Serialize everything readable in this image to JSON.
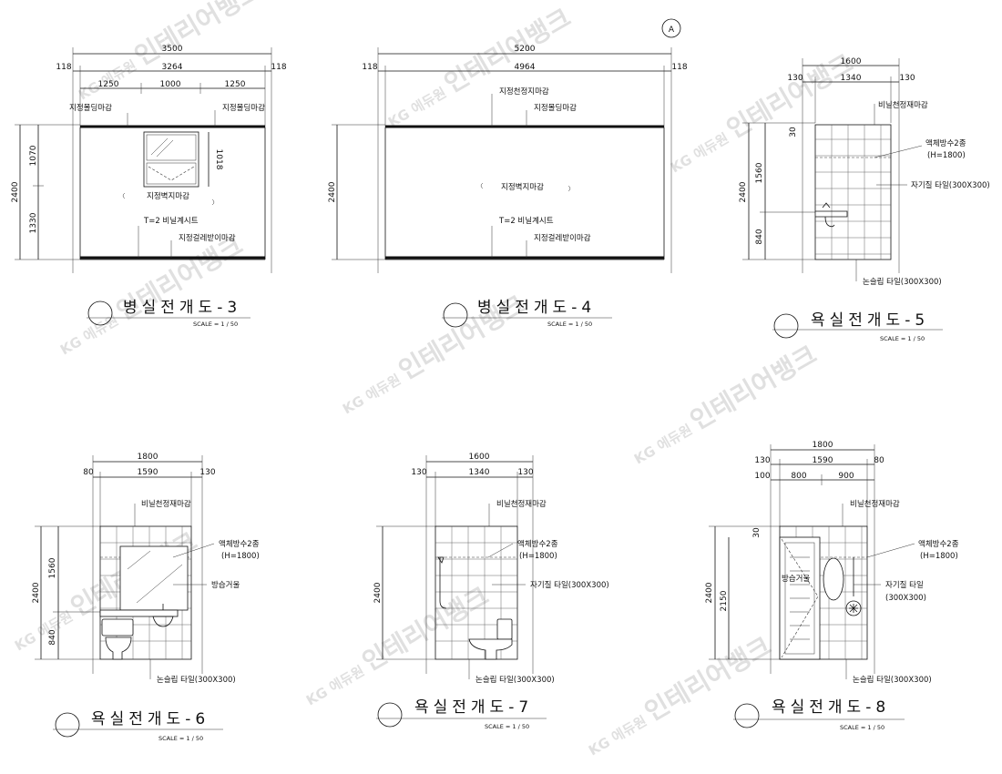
{
  "drawings": {
    "d3": {
      "title": "병실전개도-3",
      "scale": "SCALE = 1 / 50",
      "dims": {
        "total": "3500",
        "left": "118",
        "mid": "3264",
        "right": "118",
        "s1": "1250",
        "s2": "1000",
        "s3": "1250",
        "height": "2400",
        "top_h": "1070",
        "bot_h": "1330",
        "win_h": "1018"
      },
      "notes": {
        "mold_left": "지정몰딩마감",
        "mold_right": "지정몰딩마감",
        "wall": "지정벽지마감",
        "vinyl": "T=2 비닐계시트",
        "base": "지정걸레받이마감"
      }
    },
    "d4": {
      "marker": "A",
      "title": "병실전개도-4",
      "scale": "SCALE = 1 / 50",
      "dims": {
        "total": "5200",
        "left": "118",
        "mid": "4964",
        "right": "118",
        "height": "2400"
      },
      "notes": {
        "ceiling": "지정천정지마감",
        "mold": "지정몰딩마감",
        "wall": "지정벽지마감",
        "vinyl": "T=2 비닐계시트",
        "base": "지정걸레받이마감"
      }
    },
    "d5": {
      "title": "욕실전개도-5",
      "scale": "SCALE = 1 / 50",
      "dims": {
        "total": "1600",
        "left": "130",
        "mid": "1340",
        "right": "130",
        "height": "2400",
        "top": "30",
        "upper": "1560",
        "lower": "840"
      },
      "notes": {
        "ceiling": "비닐천정재마감",
        "waterproof": "액체방수2종",
        "waterproof_h": "(H=1800)",
        "tile": "자기질 타일(300X300)",
        "floor": "논슬립 타일(300X300)"
      }
    },
    "d6": {
      "title": "욕실전개도-6",
      "scale": "SCALE = 1 / 50",
      "dims": {
        "total": "1800",
        "left": "80",
        "mid": "1590",
        "right": "130",
        "height": "2400",
        "upper": "1560",
        "lower": "840"
      },
      "notes": {
        "ceiling": "비닐천정재마감",
        "waterproof": "액체방수2종",
        "waterproof_h": "(H=1800)",
        "mirror": "방습거울",
        "floor": "논슬립 타일(300X300)"
      }
    },
    "d7": {
      "title": "욕실전개도-7",
      "scale": "SCALE = 1 / 50",
      "dims": {
        "total": "1600",
        "left": "130",
        "mid": "1340",
        "right": "130",
        "height": "2400"
      },
      "notes": {
        "ceiling": "비닐천정재마감",
        "waterproof": "액체방수2종",
        "waterproof_h": "(H=1800)",
        "tile": "자기질 타일(300X300)",
        "floor": "논슬립 타일(300X300)"
      }
    },
    "d8": {
      "title": "욕실전개도-8",
      "scale": "SCALE = 1 / 50",
      "dims": {
        "total": "1800",
        "left": "130",
        "mid": "1590",
        "right": "80",
        "s1": "100",
        "s2": "800",
        "s3": "900",
        "height": "2400",
        "top": "30",
        "door_h": "2150"
      },
      "notes": {
        "ceiling": "비닐천정재마감",
        "waterproof": "액체방수2종",
        "waterproof_h": "(H=1800)",
        "mirror": "방습거울",
        "tile": "자기질 타일",
        "tile_size": "(300X300)",
        "floor": "논슬립 타일(300X300)"
      }
    }
  },
  "watermark": {
    "text": "인테리어뱅크",
    "brand": "KG 에듀원"
  }
}
